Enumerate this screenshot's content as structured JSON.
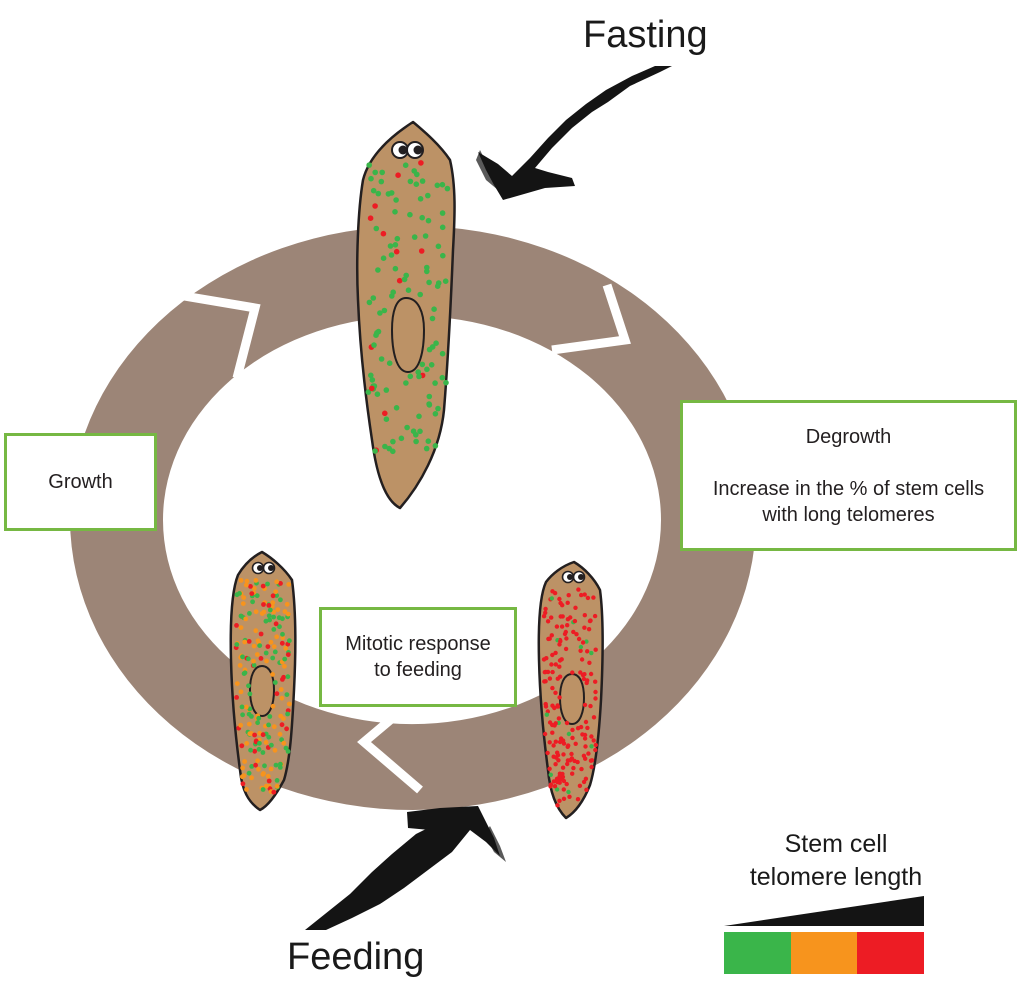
{
  "labels": {
    "fasting": "Fasting",
    "feeding": "Feeding",
    "growth": "Growth",
    "degrowth_title": "Degrowth",
    "degrowth_line1": "Increase in the % of stem cells",
    "degrowth_line2": "with long telomeres",
    "mitotic_line1": "Mitotic response",
    "mitotic_line2": "to feeding"
  },
  "legend": {
    "title_line1": "Stem cell",
    "title_line2": "telomere length",
    "colors": [
      "#3ab54a",
      "#f7941d",
      "#ed1c24"
    ]
  },
  "colors": {
    "cycle_ring": "#9c8577",
    "worm_body": "#bc9266",
    "worm_outline": "#231f20",
    "box_border": "#76b843",
    "cell_long": "#3ab54a",
    "cell_medium": "#f7941d",
    "cell_short": "#ed1c24"
  }
}
